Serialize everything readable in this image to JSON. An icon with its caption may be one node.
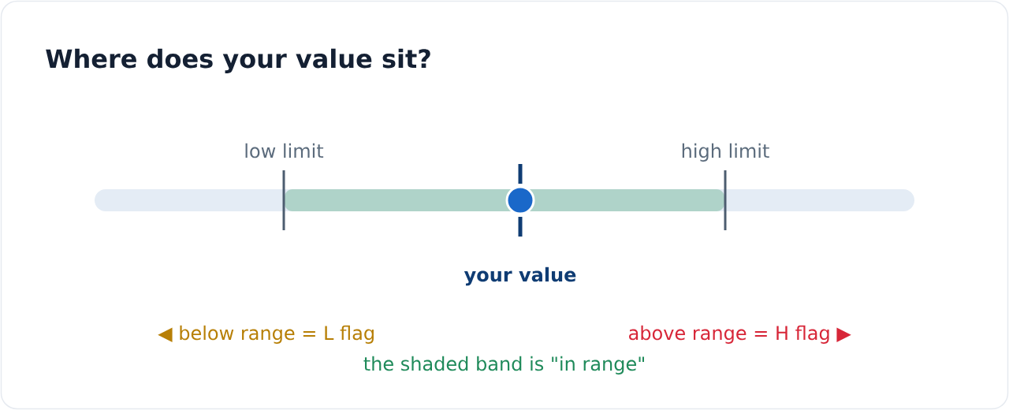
{
  "diagram": {
    "title": "Where does your value sit?",
    "labels": [
      "low limit",
      "high limit",
      "your value",
      "◀ below range = L flag",
      "above range = H flag ▶",
      "the shaded band is \"in range\""
    ]
  }
}
